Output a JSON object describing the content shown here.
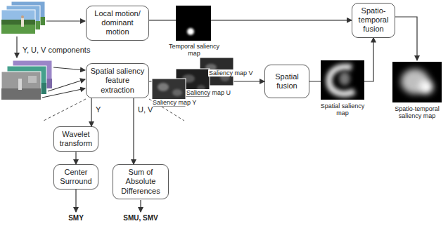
{
  "diagram": {
    "nodes": [
      {
        "text": [
          "Local motion/ dominant motion"
        ]
      },
      {
        "text": [
          "Spatio-temporal fusion"
        ]
      },
      {
        "text": [
          "Spatial saliency feature extraction"
        ]
      },
      {
        "text": [
          "Spatial fusion"
        ]
      },
      {
        "text": [
          "Wavelet transform"
        ]
      },
      {
        "text": [
          "Center Surround"
        ]
      },
      {
        "text": [
          "Sum of Absolute Differences"
        ]
      }
    ],
    "edges": [
      {
        "from": 0,
        "to": 1,
        "arrow": "to"
      },
      {
        "from": 2,
        "to": 3,
        "arrow": "to"
      },
      {
        "from": 3,
        "to": 1,
        "arrow": "to"
      },
      {
        "from": 2,
        "to": 4,
        "label": "Y",
        "arrow": "to"
      },
      {
        "from": 2,
        "to": 6,
        "label": "U, V",
        "arrow": "to"
      },
      {
        "from": 4,
        "to": 5,
        "arrow": "to"
      }
    ],
    "labels": [
      "Temporal saliency map",
      "Y, U, V components",
      "Saliency map Y",
      "Saliency map U",
      "Saliency map V",
      "Spatial saliency map",
      "Spatio-temporal saliency map",
      "SMY",
      "SMU, SMV"
    ]
  }
}
